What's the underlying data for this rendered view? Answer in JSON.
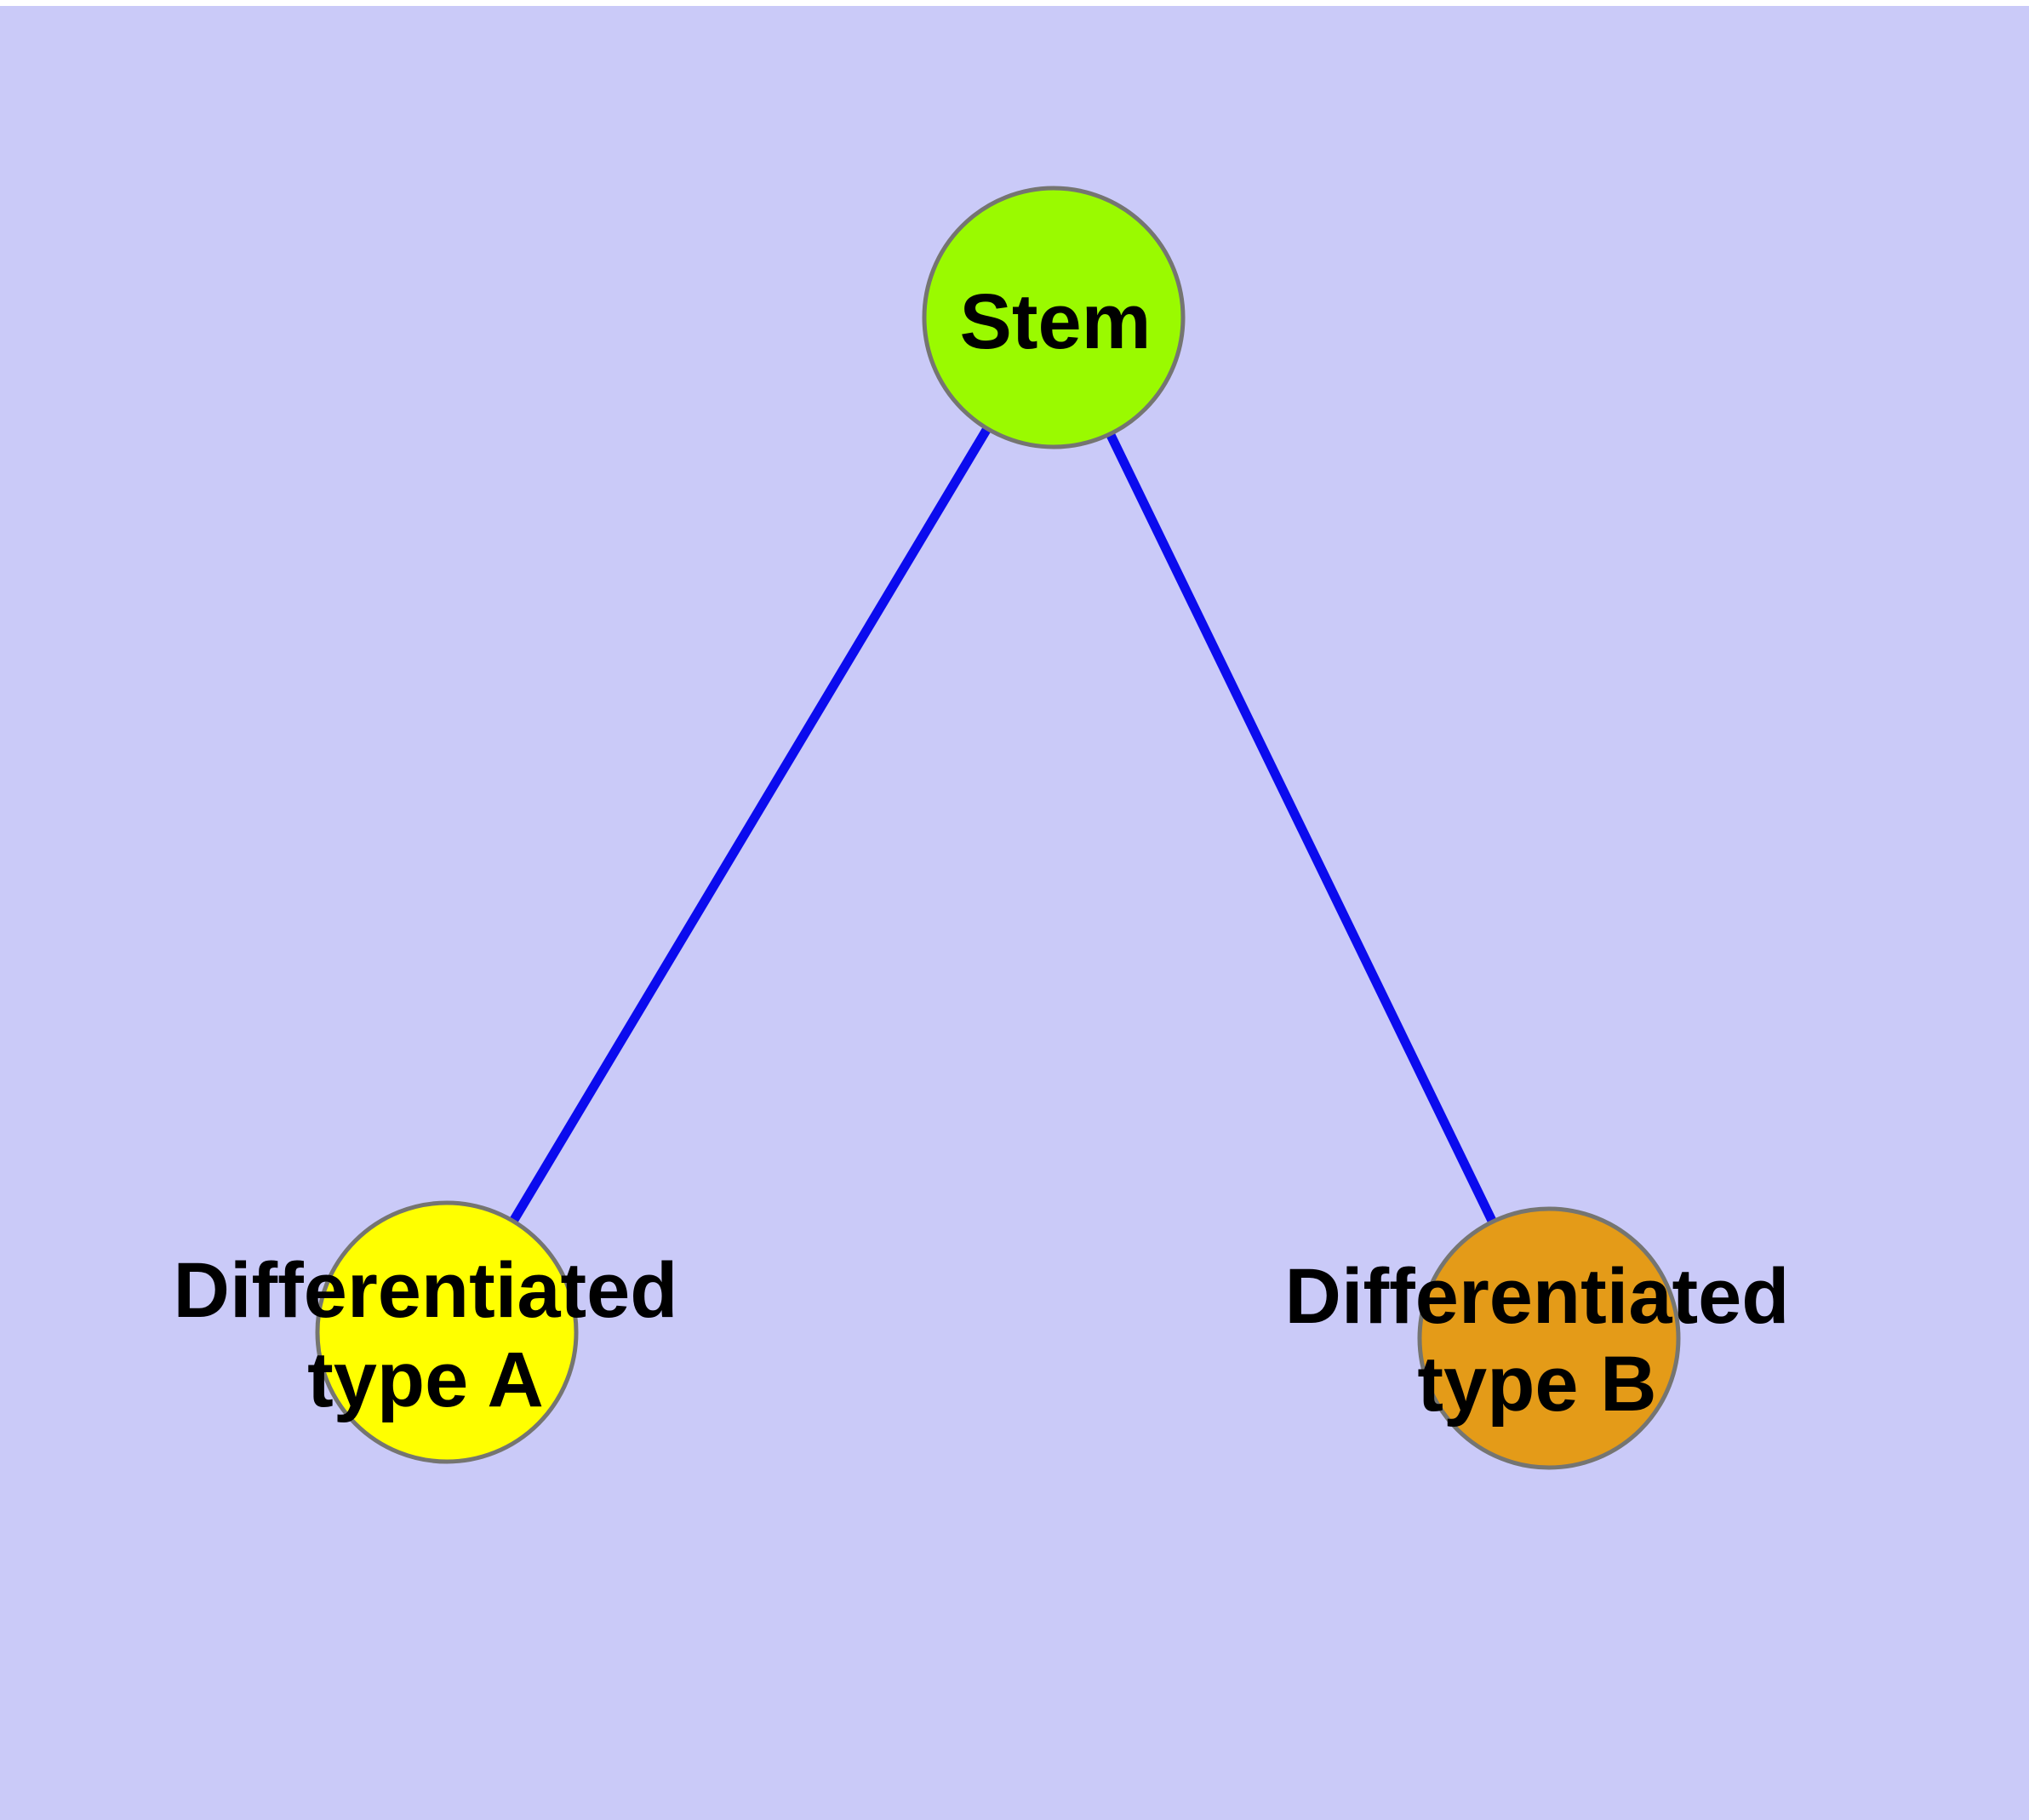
{
  "diagram": {
    "type": "graph",
    "background_color": "#CACAF8",
    "margin_color": "#FFFFFF",
    "edge_color": "#0B0BEE",
    "node_border_color": "#757571",
    "label_color": "#000000",
    "nodes": {
      "stem": {
        "label": "Stem",
        "fill": "#9AFA00"
      },
      "type_a": {
        "label_line1": "Differentiated",
        "label_line2": "type A",
        "fill": "#FFFF00"
      },
      "type_b": {
        "label_line1": "Differentiated",
        "label_line2": "type B",
        "fill": "#E49B18"
      }
    },
    "edges": [
      {
        "from": "Stem",
        "to": "Differentiated type A"
      },
      {
        "from": "Stem",
        "to": "Differentiated type B"
      }
    ]
  }
}
